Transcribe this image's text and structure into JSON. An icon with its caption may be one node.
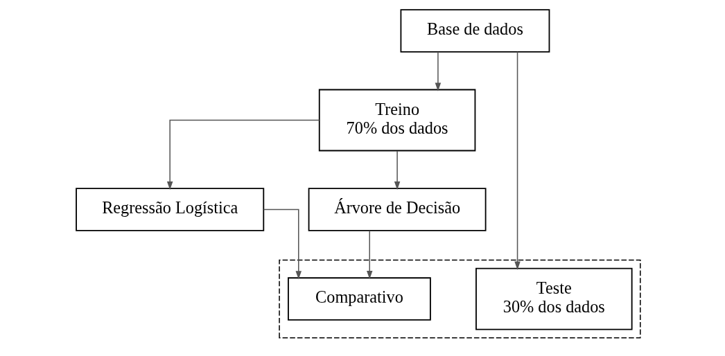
{
  "diagram": {
    "nodes": [
      {
        "text": [
          "Base de dados"
        ]
      },
      {
        "text": [
          "Treino",
          "70% dos dados"
        ]
      },
      {
        "text": [
          "Regressão Logística"
        ]
      },
      {
        "text": [
          "Árvore de Decisão"
        ]
      },
      {
        "text": [],
        "shape": "box"
      },
      {
        "text": [
          "Comparativo"
        ],
        "in": 4
      },
      {
        "text": [
          "Teste",
          "30% dos dados"
        ],
        "in": 4
      }
    ],
    "edges": [
      {
        "from": 0,
        "to": 1,
        "arrow": "to"
      },
      {
        "from": 0,
        "to": 6,
        "arrow": "to"
      },
      {
        "from": 1,
        "to": 2,
        "arrow": "to"
      },
      {
        "from": 1,
        "to": 3,
        "arrow": "to"
      },
      {
        "from": 2,
        "to": 5,
        "arrow": "to"
      },
      {
        "from": 3,
        "to": 5,
        "arrow": "to"
      }
    ]
  }
}
